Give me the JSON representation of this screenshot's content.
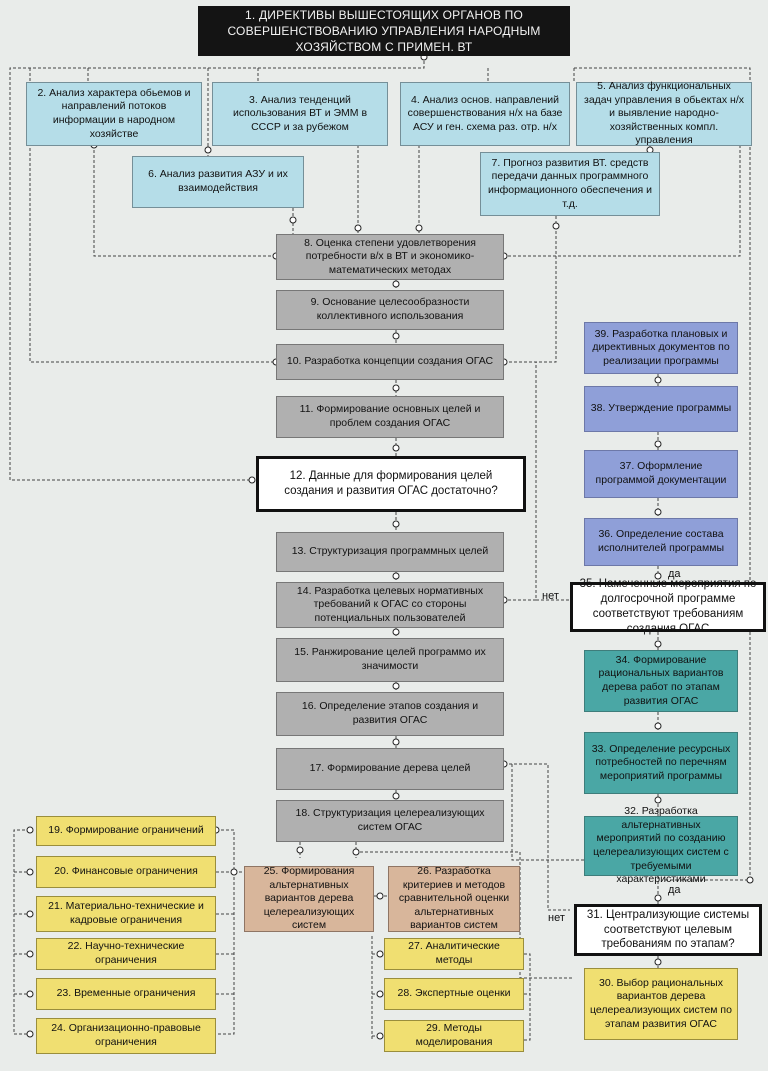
{
  "nodes": {
    "n1": "1. ДИРЕКТИВЫ ВЫШЕСТОЯЩИХ ОРГАНОВ ПО СОВЕРШЕНСТВОВАНИЮ УПРАВЛЕНИЯ НАРОДНЫМ ХОЗЯЙСТВОМ С ПРИМЕН. ВТ",
    "n2": "2. Анализ характера обьемов и направлений потоков информации в народном хозяйстве",
    "n3": "3. Анализ тенденций использования ВТ и ЭММ в СССР и за рубежом",
    "n4": "4. Анализ основ. направлений совершенствования н/х на базе АСУ и ген. схема раз. отр. н/х",
    "n5": "5. Анализ функциональных задач управления в обьектах н/х и выявление народно-хозяйственных компл. управления",
    "n6": "6. Анализ развития АЗУ и их взаимодействия",
    "n7": "7. Прогноз развития ВТ. средств передачи данных программного информационного обеспечения и т.д.",
    "n8": "8. Оценка степени удовлетворения потребности в/х в ВТ и экономико-математических методах",
    "n9": "9. Основание целесообразности коллективного использования",
    "n10": "10. Разработка концепции создания ОГАС",
    "n11": "11. Формирование основных целей и проблем создания ОГАС",
    "n12": "12. Данные для формирования целей создания и развития ОГАС достаточно?",
    "n13": "13. Структуризация программных целей",
    "n14": "14. Разработка целевых нормативных требований к ОГАС со стороны потенциальных пользователей",
    "n15": "15. Ранжирование целей программо их значимости",
    "n16": "16. Определение этапов создания и развития ОГАС",
    "n17": "17. Формирование дерева целей",
    "n18": "18. Структуризация целереализующих систем ОГАС",
    "n19": "19. Формирование ограничений",
    "n20": "20. Финансовые ограничения",
    "n21": "21. Материально-технические и кадровые ограничения",
    "n22": "22. Научно-технические ограничения",
    "n23": "23. Временные ограничения",
    "n24": "24. Организационно-правовые ограничения",
    "n25": "25. Формирования альтернативных вариантов дерева целереализующих систем",
    "n26": "26. Разработка критериев и методов сравнительной оценки альтернативных вариантов систем",
    "n27": "27. Аналитические методы",
    "n28": "28. Экспертные оценки",
    "n29": "29. Методы моделирования",
    "n30": "30. Выбор рациональных вариантов дерева целереализующих систем по этапам развития ОГАС",
    "n31": "31. Централизующие системы соответствуют целевым требованиям по этапам?",
    "n32": "32. Разработка альтернативных мероприятий по созданию целереализующих систем с требуемыми характеристиками",
    "n33": "33. Определение ресурсных потребностей по перечням мероприятий программы",
    "n34": "34. Формирование рациональных вариантов дерева работ по этапам развития ОГАС",
    "n35": "35. Намеченные мероприятия по долгосрочной программе соответствуют требованиям создания ОГАС",
    "n36": "36. Определение состава исполнителей программы",
    "n37": "37. Оформление программой документации",
    "n38": "38. Утверждение программы",
    "n39": "39. Разработка плановых и директивных документов по реализации программы"
  },
  "labels": {
    "net_35": "нет",
    "da_35": "да",
    "net_31": "нет",
    "da_31": "да"
  },
  "colors": {
    "title": "#141414",
    "blue": "#b5dde8",
    "gray": "#b0b0b0",
    "violet": "#8f9fd8",
    "teal": "#4aa7a5",
    "yellow": "#f0df71",
    "tan": "#d8b69b",
    "decision_border": "#111111"
  }
}
